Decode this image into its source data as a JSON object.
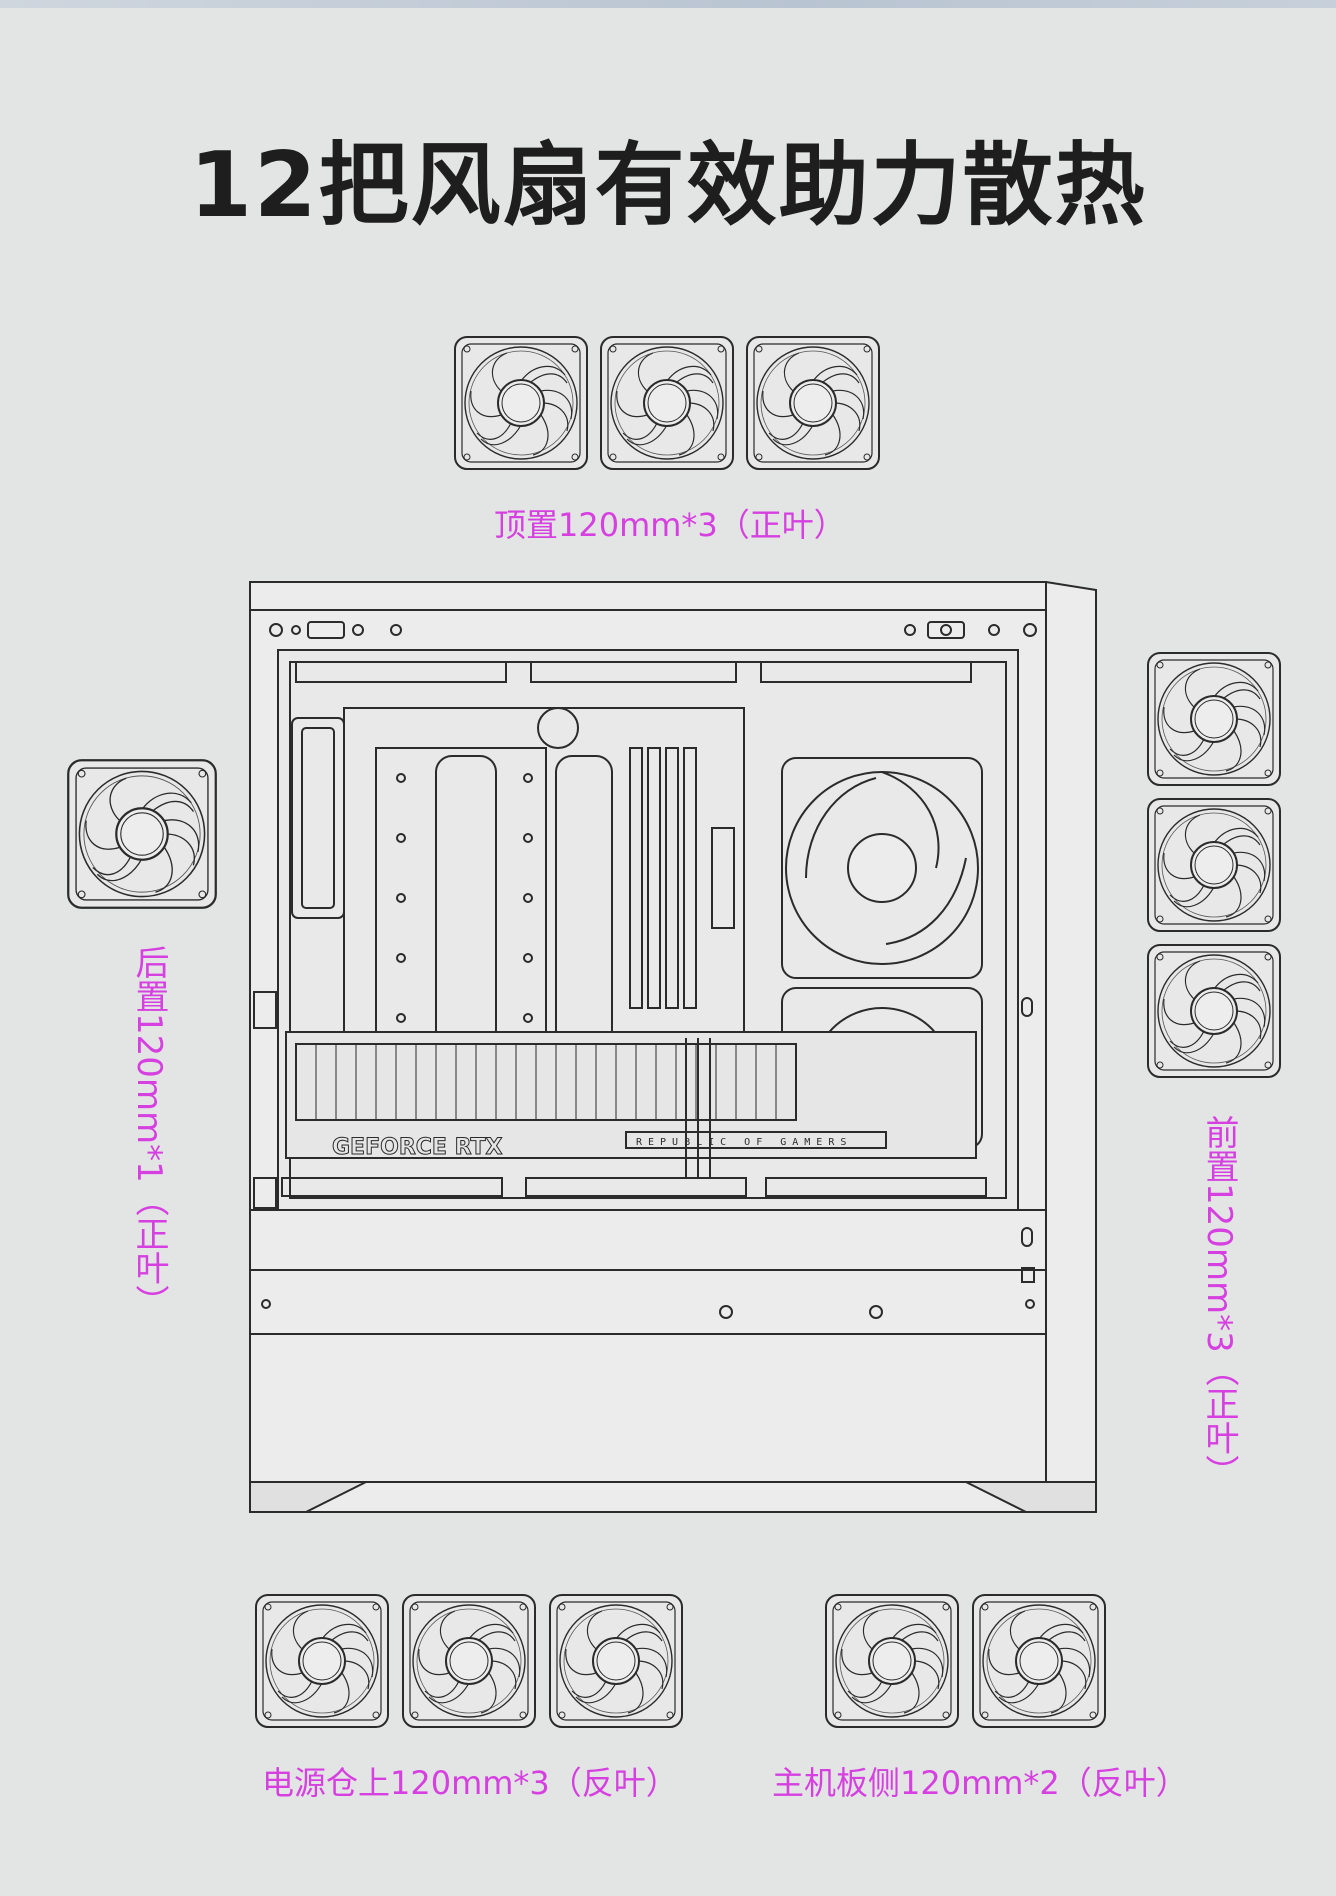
{
  "title": "12把风扇有效助力散热",
  "labels": {
    "top": "顶置120mm*3（正叶）",
    "rear": "后置120mm*1（正叶）",
    "front": "前置120mm*3（正叶）",
    "psu_top": "电源仓上120mm*3（反叶）",
    "mb_side": "主机板侧120mm*2（反叶）"
  },
  "gpu_brand": "GEFORCE RTX",
  "gpu_strip": "REPUBLIC OF GAMERS",
  "colors": {
    "background": "#e3e4e4",
    "title": "#1e1e1e",
    "label_accent": "#d63fe0",
    "line": "#2b2b2b"
  },
  "icons": [
    "fan-icon",
    "pc-case-illustration"
  ]
}
